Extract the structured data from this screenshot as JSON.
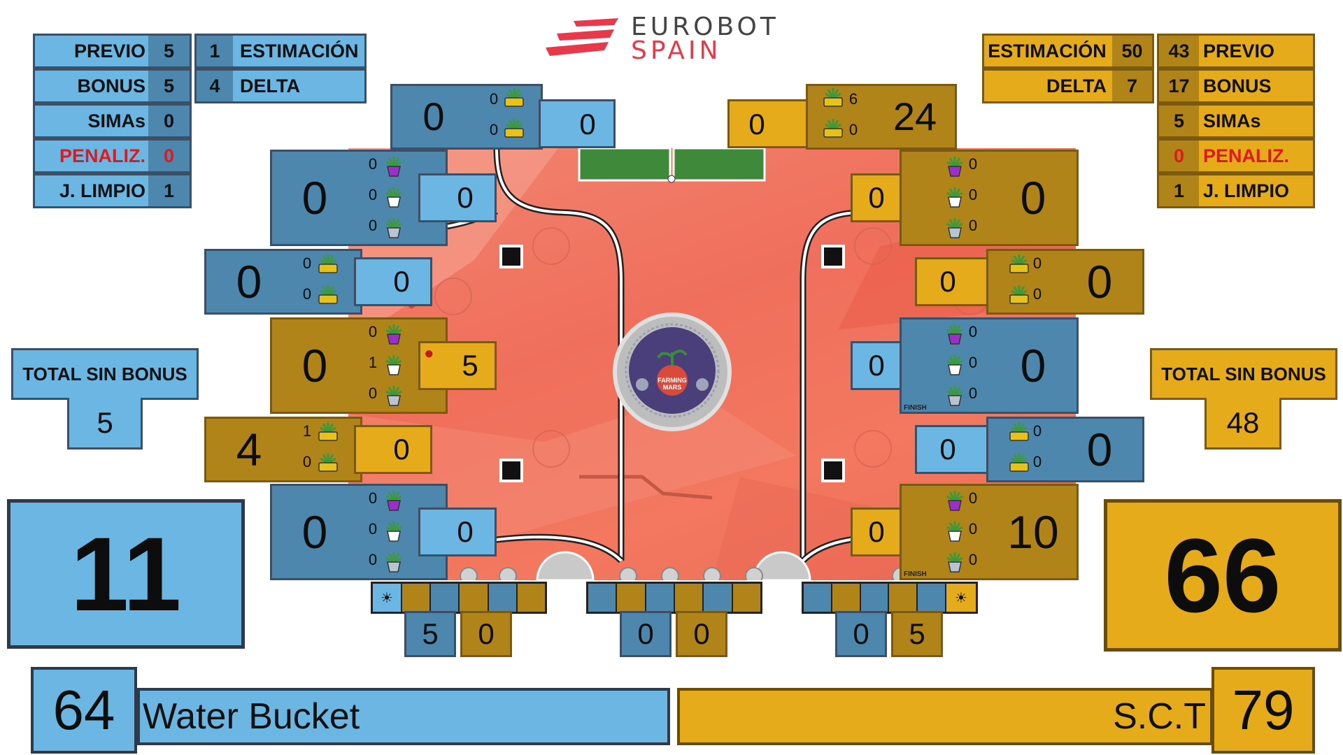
{
  "logo": {
    "line1": "EUROBOT",
    "line2": "SPAIN"
  },
  "blue_info": {
    "previo_label": "PREVIO",
    "previo": "5",
    "estim_num": "1",
    "estim_label": "ESTIMACIÓN",
    "bonus_label": "BONUS",
    "bonus": "5",
    "delta_num": "4",
    "delta_label": "DELTA",
    "simas_label": "SIMAs",
    "simas": "0",
    "penaliz_label": "PENALIZ.",
    "penaliz": "0",
    "limpio_label": "J. LIMPIO",
    "limpio": "1"
  },
  "gold_info": {
    "estim_label": "ESTIMACIÓN",
    "estim": "50",
    "previo_num": "43",
    "previo_label": "PREVIO",
    "delta_label": "DELTA",
    "delta": "7",
    "bonus_num": "17",
    "bonus_label": "BONUS",
    "simas_num": "5",
    "simas_label": "SIMAs",
    "penaliz_num": "0",
    "penaliz_label": "PENALIZ.",
    "limpio_num": "1",
    "limpio_label": "J. LIMPIO"
  },
  "blue_total": {
    "label": "TOTAL SIN BONUS",
    "value": "5"
  },
  "gold_total": {
    "label": "TOTAL SIN BONUS",
    "value": "48"
  },
  "blue_score": "11",
  "gold_score": "66",
  "blue_team": {
    "rank": "64",
    "name": "Water Bucket"
  },
  "gold_team": {
    "rank": "79",
    "name": "S.C.T"
  },
  "zones": {
    "top_blue": {
      "a": "0",
      "c1": "0",
      "c2": "0",
      "b": "0"
    },
    "top_gold": {
      "a": "0",
      "c1": "6",
      "c2": "0",
      "b": "24"
    },
    "l1": {
      "a": "0",
      "c1": "0",
      "c2": "0",
      "c3": "0",
      "b": "0"
    },
    "l2": {
      "a": "0",
      "c1": "0",
      "c2": "0",
      "b": "0"
    },
    "l3": {
      "a": "0",
      "c1": "0",
      "c2": "1",
      "c3": "0",
      "b": "5"
    },
    "l4": {
      "a": "4",
      "c1": "1",
      "c2": "0",
      "b": "0"
    },
    "l5": {
      "a": "0",
      "c1": "0",
      "c2": "0",
      "c3": "0",
      "b": "0"
    },
    "r1": {
      "a": "0",
      "c1": "0",
      "c2": "0",
      "c3": "0",
      "b": "0"
    },
    "r2": {
      "a": "0",
      "c1": "0",
      "c2": "0",
      "b": "0"
    },
    "r3": {
      "a": "0",
      "c1": "0",
      "c2": "0",
      "c3": "0",
      "b": "0"
    },
    "r4": {
      "a": "0",
      "c1": "0",
      "c2": "0",
      "b": "0"
    },
    "r5": {
      "a": "0",
      "c1": "0",
      "c2": "0",
      "c3": "0",
      "b": "10"
    }
  },
  "bottom_counters": [
    {
      "a": "5",
      "b": "0"
    },
    {
      "a": "0",
      "b": "0"
    },
    {
      "a": "0",
      "b": "5"
    }
  ],
  "field": {
    "finish": "FINISH",
    "center_title": "FARMING MARS"
  },
  "colors": {
    "blue": "#6bb6e3",
    "blue_dark": "#4e87ad",
    "gold": "#e5ab1b",
    "gold_dark": "#b08418",
    "penalty": "#e0191e"
  },
  "icons": [
    "flower-pot-icon",
    "planter-icon",
    "ladybug-icon",
    "solar-panel-icon",
    "finish-flag-icon"
  ]
}
